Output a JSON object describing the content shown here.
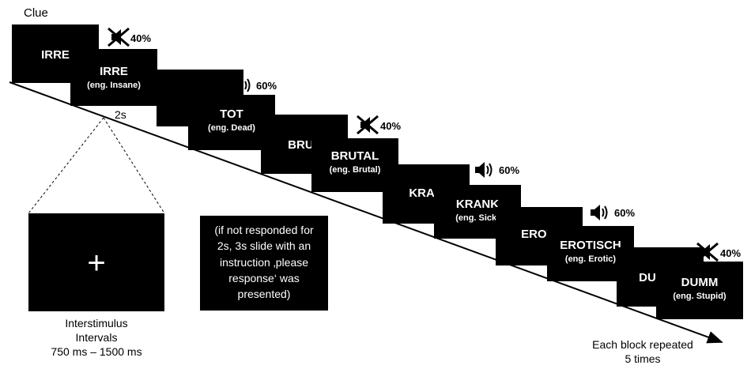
{
  "clue_label": "Clue",
  "isi_time": "2s",
  "trials": [
    {
      "cue": "IRRE",
      "target": "IRRE",
      "translation": "(eng. Insane)",
      "audio_pct": "40%",
      "muted": true
    },
    {
      "cue": "TOT",
      "target": "TOT",
      "translation": "(eng. Dead)",
      "audio_pct": "60%",
      "muted": false
    },
    {
      "cue": "BRUT",
      "target": "BRUTAL",
      "translation": "(eng. Brutal)",
      "audio_pct": "40%",
      "muted": true
    },
    {
      "cue": "KRAN",
      "target": "KRANK",
      "translation": "(eng. Sick)",
      "audio_pct": "60%",
      "muted": false
    },
    {
      "cue": "EROTI",
      "target": "EROTISCH",
      "translation": "(eng. Erotic)",
      "audio_pct": "60%",
      "muted": false
    },
    {
      "cue": "DU",
      "target": "DUMM",
      "translation": "(eng. Stupid)",
      "audio_pct": "40%",
      "muted": true
    }
  ],
  "fixation_symbol": "+",
  "isi_caption": {
    "line1": "Interstimulus",
    "line2": "Intervals",
    "line3": "750 ms – 1500 ms"
  },
  "note": {
    "line1": "(if not responded for",
    "line2": "2s, 3s slide with an",
    "line3": "instruction ‚please",
    "line4": "response‘ was",
    "line5": "presented)"
  },
  "repeat_caption": {
    "line1": "Each block repeated",
    "line2": "5 times"
  }
}
